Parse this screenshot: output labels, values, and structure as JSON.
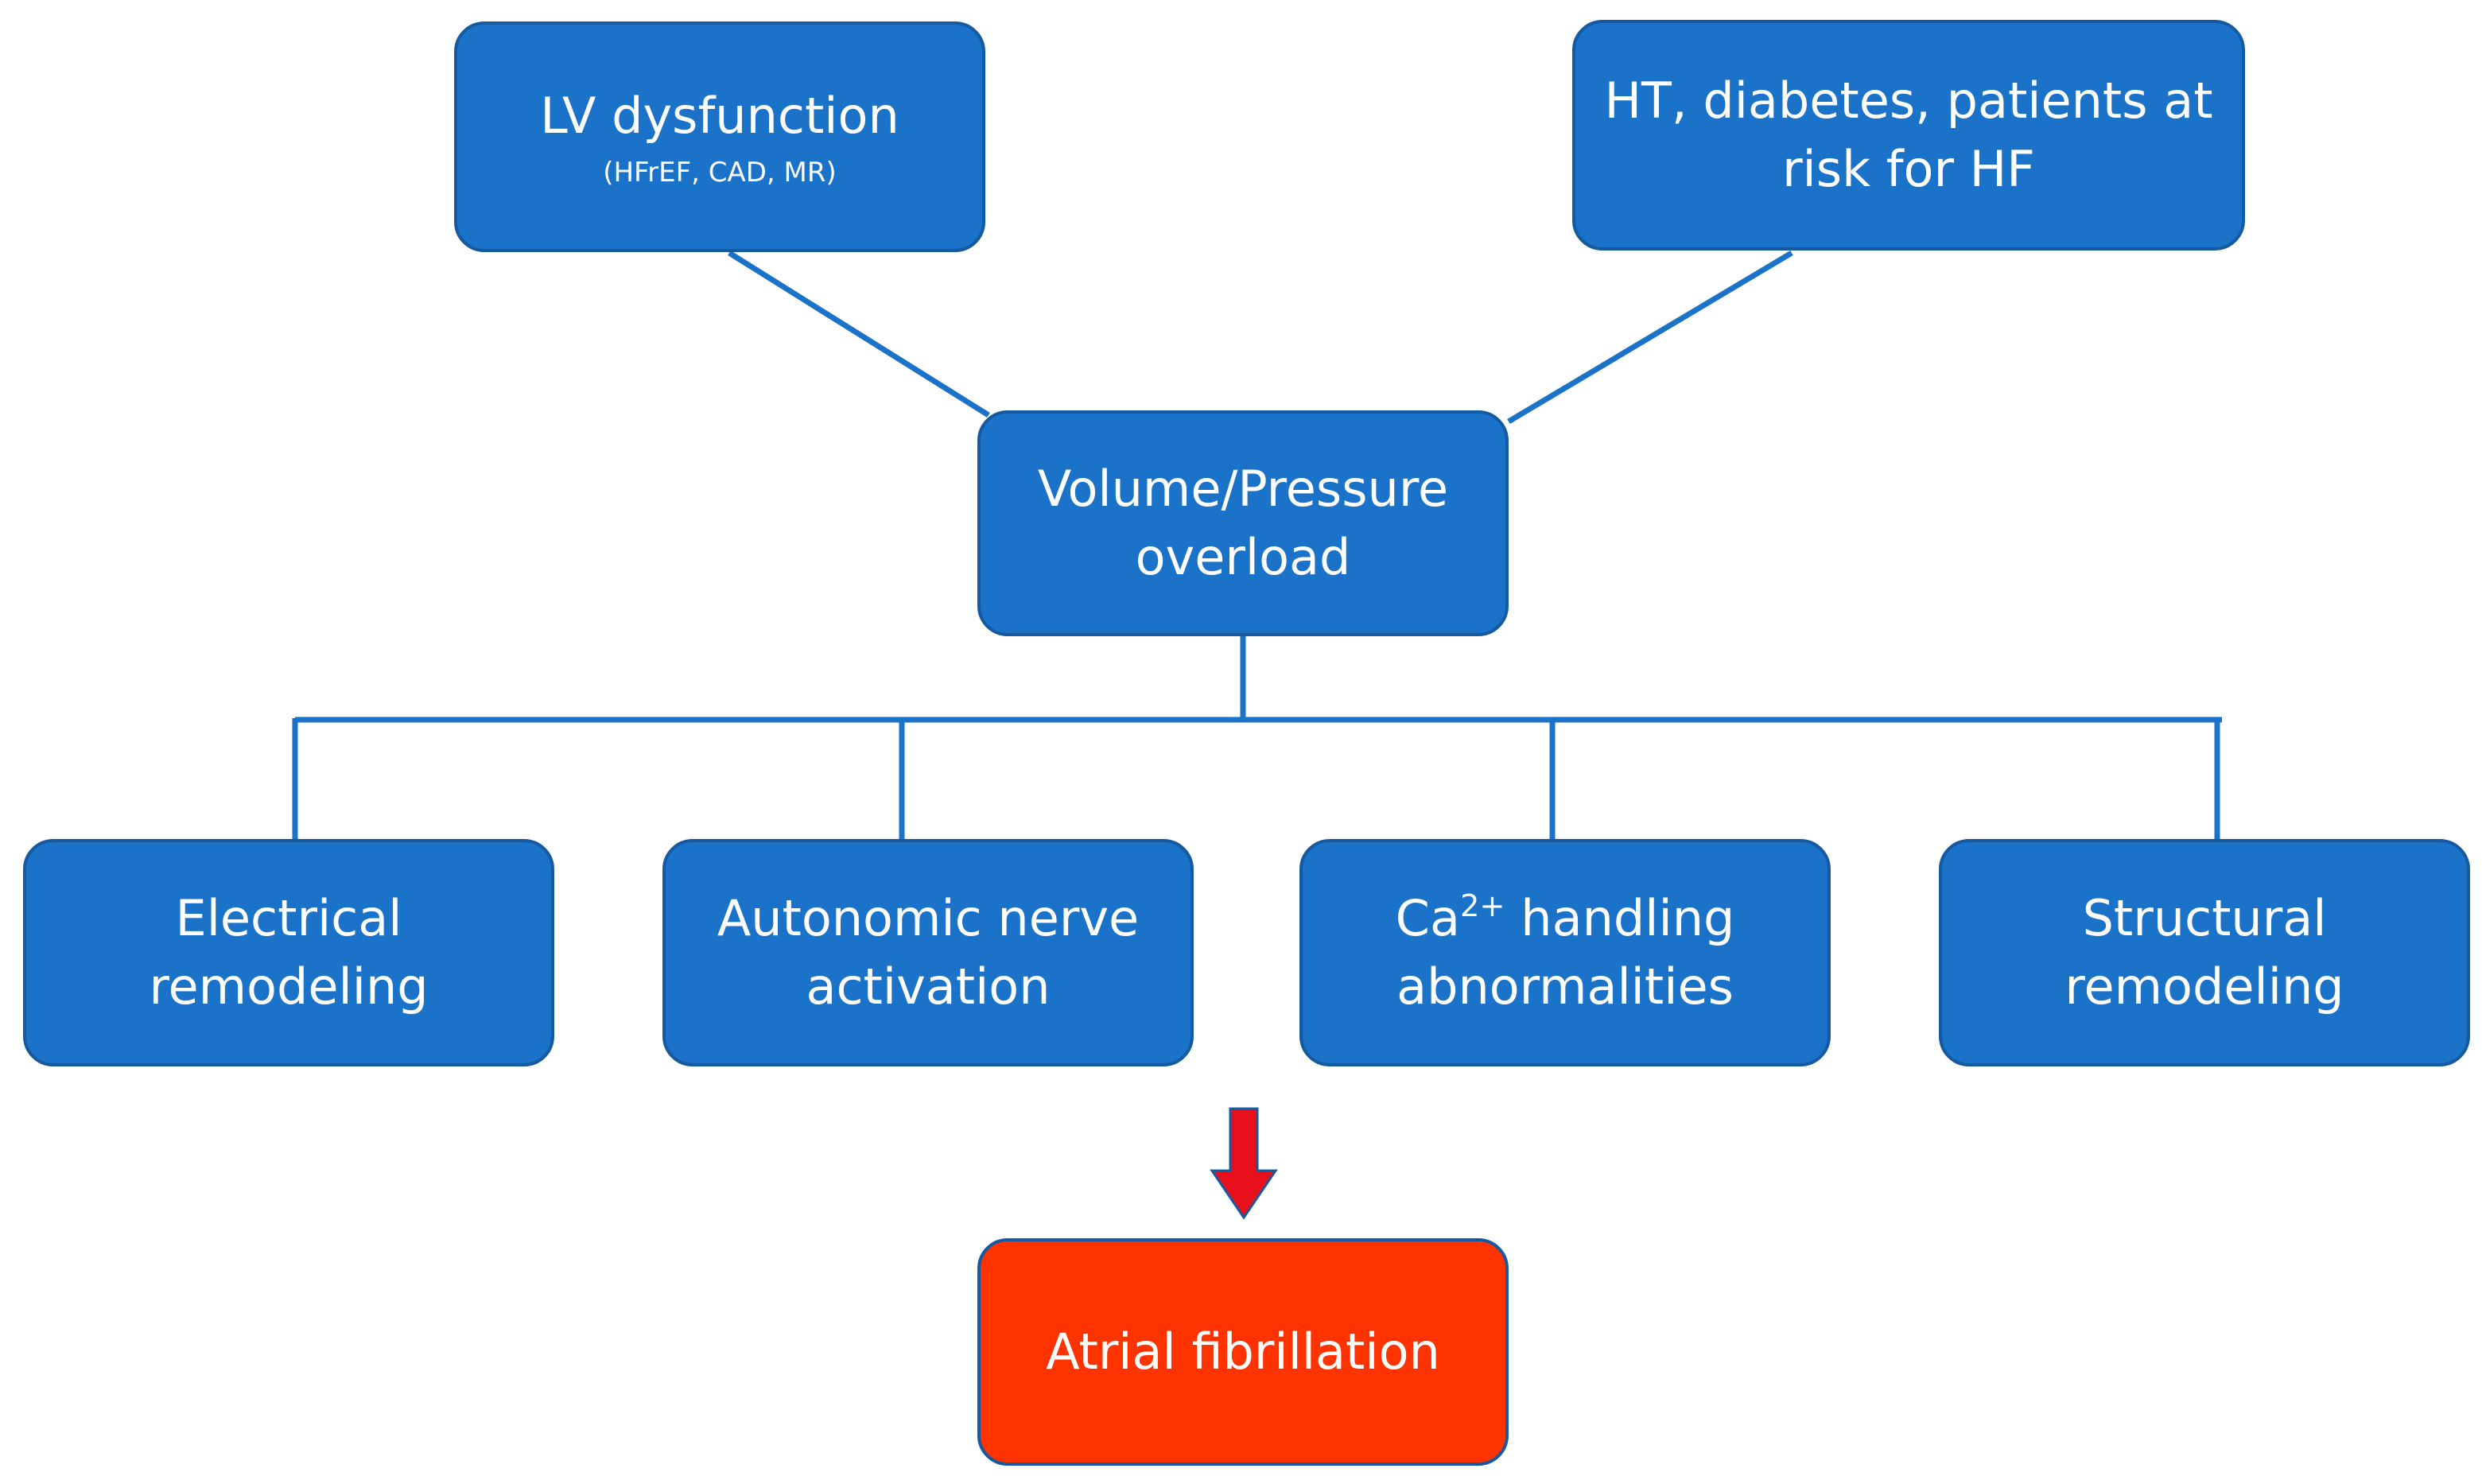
{
  "nodes": {
    "lv_dysfunction": {
      "title": "LV dysfunction",
      "subtitle": "(HFrEF, CAD, MR)"
    },
    "risk_factors": {
      "line1": "HT, diabetes, patients at",
      "line2": "risk for HF"
    },
    "overload": {
      "line1": "Volume/Pressure",
      "line2": "overload"
    },
    "electrical": {
      "line1": "Electrical",
      "line2": "remodeling"
    },
    "autonomic": {
      "line1": "Autonomic nerve",
      "line2": "activation"
    },
    "calcium": {
      "prefix": "Ca",
      "superscript": "2+",
      "suffix": " handling",
      "line2": "abnormalities"
    },
    "structural": {
      "line1": "Structural",
      "line2": "remodeling"
    },
    "outcome": {
      "label": "Atrial fibrillation"
    }
  },
  "colors": {
    "node_fill": "#1a73c8",
    "node_border": "#1559a0",
    "connector": "#1a73c8",
    "outcome_fill": "#ff3300",
    "arrow_fill": "#e8101b",
    "arrow_border": "#1559a0",
    "text": "#ffffff"
  }
}
